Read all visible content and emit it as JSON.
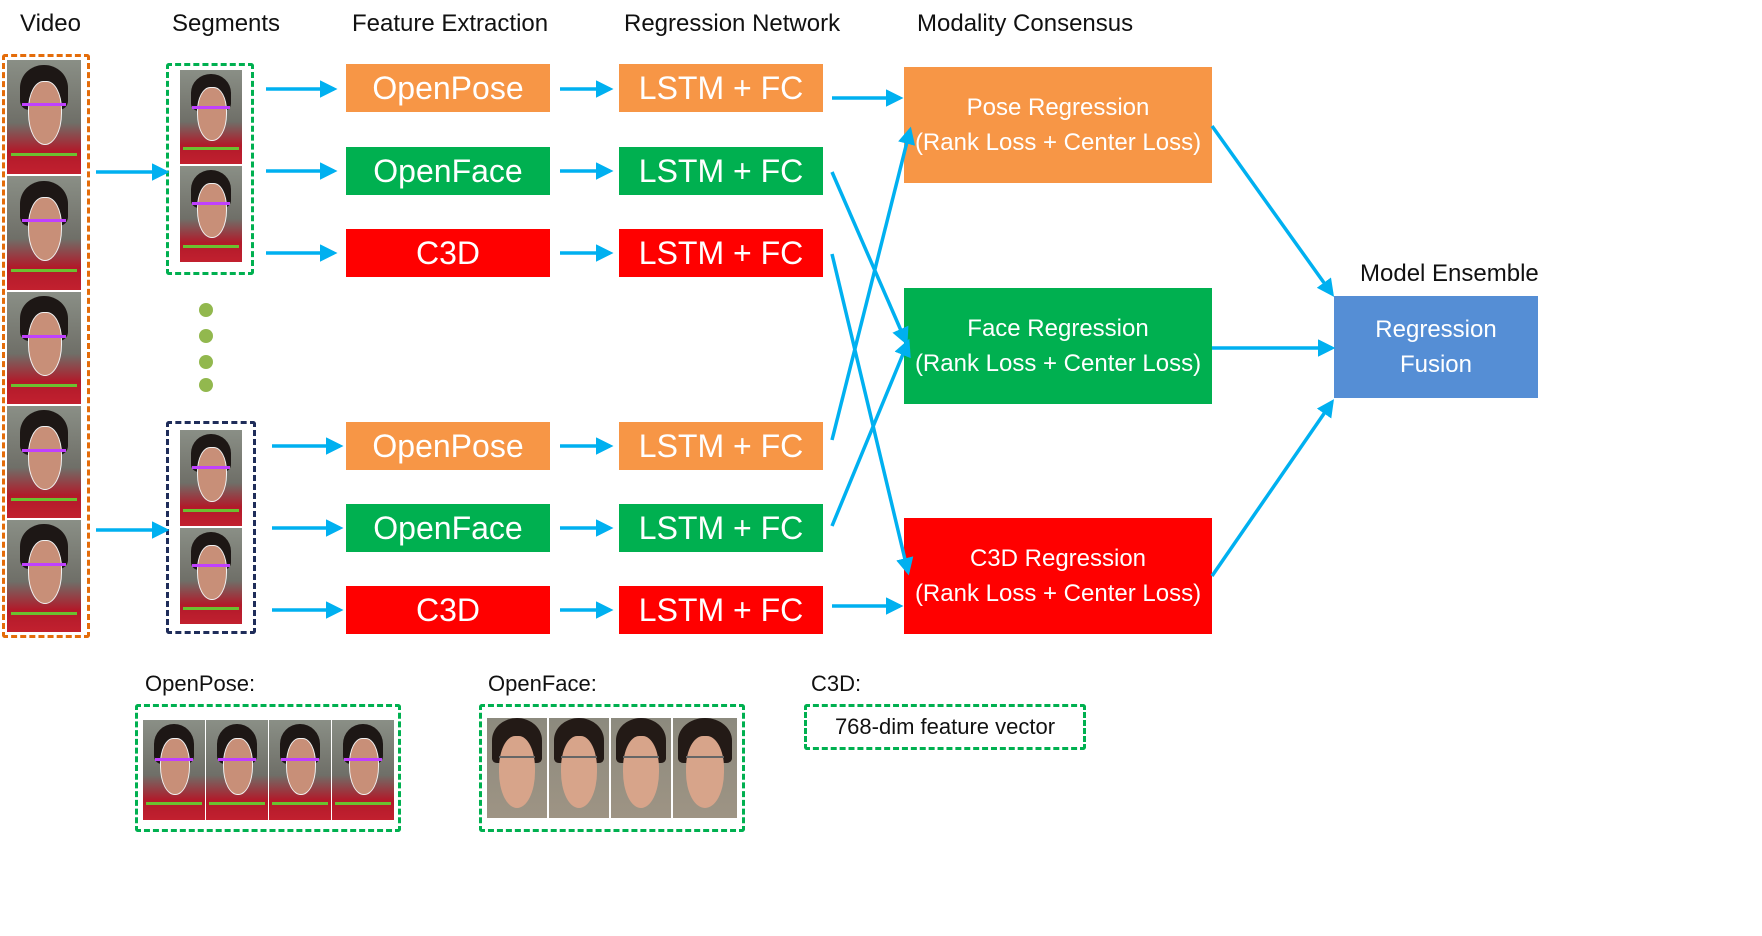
{
  "headers": {
    "video": "Video",
    "segments": "Segments",
    "feature_extraction": "Feature Extraction",
    "regression_network": "Regression Network",
    "modality_consensus": "Modality Consensus",
    "model_ensemble": "Model Ensemble"
  },
  "features": {
    "openpose": "OpenPose",
    "openface": "OpenFace",
    "c3d": "C3D"
  },
  "regression_net_label": "LSTM + FC",
  "consensus": {
    "pose_title": "Pose Regression",
    "face_title": "Face Regression",
    "c3d_title": "C3D Regression",
    "loss_label": "(Rank Loss + Center Loss)"
  },
  "fusion": {
    "line1": "Regression",
    "line2": "Fusion"
  },
  "examples": {
    "openpose_label": "OpenPose:",
    "openface_label": "OpenFace:",
    "c3d_label": "C3D:",
    "c3d_feature": "768-dim feature vector"
  },
  "colors": {
    "openpose": "#F79646",
    "openface": "#00B050",
    "c3d": "#FF0000",
    "fusion": "#558ED5",
    "arrow": "#00B0F0"
  }
}
